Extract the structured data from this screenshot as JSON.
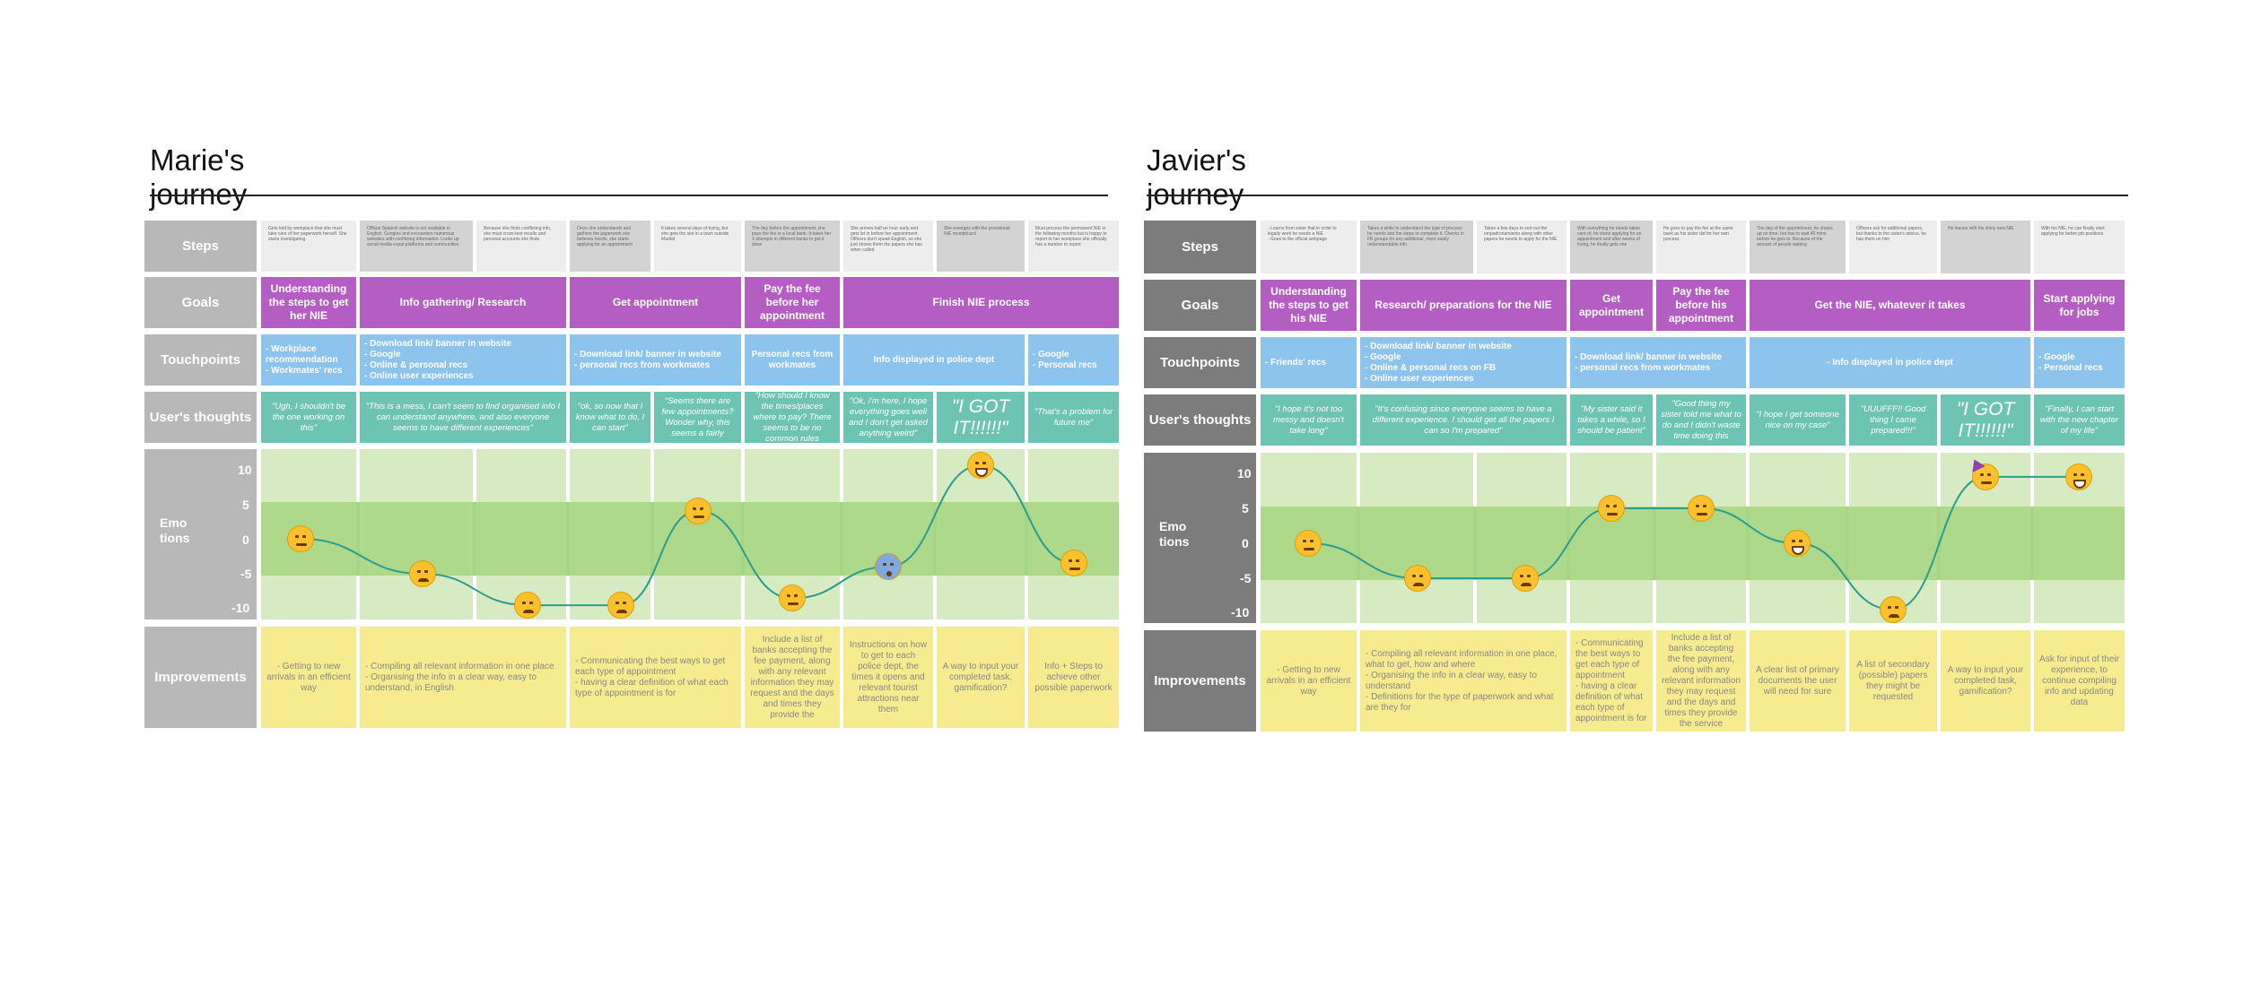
{
  "journeys": [
    {
      "title": "Marie's journey",
      "row_labels": {
        "steps": "Steps",
        "goals": "Goals",
        "touchpoints": "Touchpoints",
        "thoughts": "User's thoughts",
        "emotions": "Emo\ntions",
        "improvements": "Improvements"
      },
      "ticks": [
        "10",
        "5",
        "0",
        "-5",
        "-10"
      ],
      "steps": [
        "Gets told by workplace that she must take care of her paperwork herself. She starts investigating",
        "Official Spanish website is not available in English. Googles and encounters numerous websites with conflicting information. Looks up social media expat platforms and communities",
        "Because she finds conflicting info, she must cross-test results and personal accounts she finds",
        "Once she understands and gathers the paperwork she believes needs, she starts applying for an appointment",
        "It takes several days of trying, but she gets the slot in a town outside Madrid",
        "The day before the appointment, she pays the fee in a local bank. It takes her 3 attempts in different banks to get it done",
        "She arrives half an hour early and gets let in before her appointment. Officers don't speak English, so she just shows them the papers she has when called",
        "She emerges with the provisional NIE receipt/card",
        "Must process the permanent NIE in the following months but is happy to report to her workplace she officially has a number to report"
      ],
      "goals": [
        "Understanding the steps to get her NIE",
        "Info gathering/ Research",
        "Get appointment",
        "Pay the fee before her appointment",
        "Finish NIE process"
      ],
      "touchpoints": [
        "- Workplace recommendation\n- Workmates' recs",
        "- Download link/ banner in website\n- Google\n- Online & personal recs\n- Online user experiences",
        "- Download link/ banner in website\n- personal recs from workmates",
        "Personal recs from workmates",
        "Info displayed in police dept",
        "- Google\n- Personal recs"
      ],
      "thoughts": [
        "\"Ugh, I shouldn't be the one working on this\"",
        "\"This is a mess, I can't seem to find organised info I can understand anywhere, and also everyone seems to have different experiences\"",
        "\"ok, so now that I know what to do, I can start\"",
        "\"Seems there are few appointments? Wonder why, this seems a fairly",
        "\"How should I know the times/places where to pay? There seems to be no common rules",
        "\"Ok, I'm here, I hope everything goes well and I don't get asked anything weird\"",
        "\"I GOT IT!!!!!!\"",
        "\"That's a problem for future me\""
      ],
      "improvements": [
        "- Getting to new arrivals in an efficient way",
        "- Compiling all relevant information in one place\n- Organising the info in a clear way, easy to understand, in English",
        "- Communicating the best ways to get each type of appointment\n- having a clear definition of what each type of appointment is for",
        "Include a list of banks accepting the fee payment, along with any relevant information they may request and the days and times they provide the",
        "Instructions on how to get to each police dept, the times it opens and relevant tourist attractions near them",
        "A way to input your completed task, gamification?",
        "Info + Steps to achieve other possible paperwork"
      ],
      "emotion_points": [
        {
          "x": 0,
          "y": 0,
          "type": "neutral"
        },
        {
          "x": 1,
          "y": -5,
          "type": "sad"
        },
        {
          "x": 2,
          "y": -9.5,
          "type": "sad"
        },
        {
          "x": 3,
          "y": -9.5,
          "type": "sad"
        },
        {
          "x": 4,
          "y": 4,
          "type": "angry"
        },
        {
          "x": 5,
          "y": -8.5,
          "type": "angry"
        },
        {
          "x": 6,
          "y": -4,
          "type": "fear"
        },
        {
          "x": 7,
          "y": 10.5,
          "type": "happy"
        },
        {
          "x": 8,
          "y": -3.5,
          "type": "neutral"
        }
      ]
    },
    {
      "title": "Javier's journey",
      "row_labels": {
        "steps": "Steps",
        "goals": "Goals",
        "touchpoints": "Touchpoints",
        "thoughts": "User's thoughts",
        "emotions": "Emo\ntions",
        "improvements": "Improvements"
      },
      "ticks": [
        "10",
        "5",
        "0",
        "-5",
        "-10"
      ],
      "steps": [
        "- Learns from sister that in order to legally work he needs a NIE\n- Goes to the official webpage",
        "Takes a while to understand the type of process he needs and the steps to complete it. Checks in FB groups for any additional, more easily understandable info",
        "Takes a few days to sort out the empadronamiento along with other papers he needs to apply for the NIE",
        "With everything he needs taken care of, he starts applying for an appointment and after weeks of trying, he finally gets one",
        "He goes to pay the fee at the same bank as his sister did for her own process",
        "The day of the appointment, he shows up on time, but has to wait 40 mins before he gets in. Because of the amount of people waiting",
        "Officers ask for additional papers, but thanks to the sister's advice, he has them on him",
        "He leaves with his shiny new NIE",
        "With his NIE, he can finally start applying for better job positions"
      ],
      "goals": [
        "Understanding the steps to get his NIE",
        "Research/ preparations for the NIE",
        "Get appointment",
        "Pay the fee before his appointment",
        "Get the NIE, whatever it takes",
        "Start applying for jobs"
      ],
      "touchpoints": [
        "- Friends' recs",
        "- Download link/ banner in website\n- Google\n- Online & personal recs on FB\n- Online user experiences",
        "- Download link/ banner in website\n- personal recs from workmates",
        "- Info displayed in police dept",
        "- Google\n- Personal recs"
      ],
      "thoughts": [
        "\"I hope it's not too messy and doesn't take long\"",
        "\"It's confusing since everyone seems to have a different experience. I should get all the papers I can so I'm prepared\"",
        "\"My sister said it takes a while, so I should be patient\"",
        "\"Good thing my sister told me what to do and I didn't waste time doing this",
        "\"I hope I get someone nice on my case\"",
        "\"UUUFFF!! Good thing I came prepared!!!\"",
        "\"I GOT IT!!!!!!\"",
        "\"Finally, I can start with the new chapter of my life\""
      ],
      "improvements": [
        "- Getting to new arrivals in an efficient way",
        "- Compiling all relevant information in one place, what to get, how and where\n- Organising the info in a clear way, easy to understand\n- Definitions for the type of paperwork and what are they for",
        "- Communicating the best ways to get each type of appointment\n- having a clear definition of what each type of appointment is for",
        "Include a list of banks accepting the fee payment, along with any relevant information they may request and the days and times they provide the service",
        "A clear list of primary documents the user will need for sure",
        "A list of secondary (possible) papers they might be requested",
        "A way to input your completed task, gamification?",
        "Ask for input of their experience, to continue compiling info and updating data"
      ],
      "emotion_points": [
        {
          "x": 0,
          "y": 0,
          "type": "neutral"
        },
        {
          "x": 1,
          "y": -5,
          "type": "sad"
        },
        {
          "x": 2,
          "y": -5,
          "type": "sad"
        },
        {
          "x": 3,
          "y": 5,
          "type": "angry"
        },
        {
          "x": 4,
          "y": 5,
          "type": "neutral"
        },
        {
          "x": 5,
          "y": 0,
          "type": "happy"
        },
        {
          "x": 6,
          "y": -9.5,
          "type": "sad"
        },
        {
          "x": 7,
          "y": 9.5,
          "type": "party"
        },
        {
          "x": 8,
          "y": 9.5,
          "type": "happy"
        }
      ]
    }
  ]
}
